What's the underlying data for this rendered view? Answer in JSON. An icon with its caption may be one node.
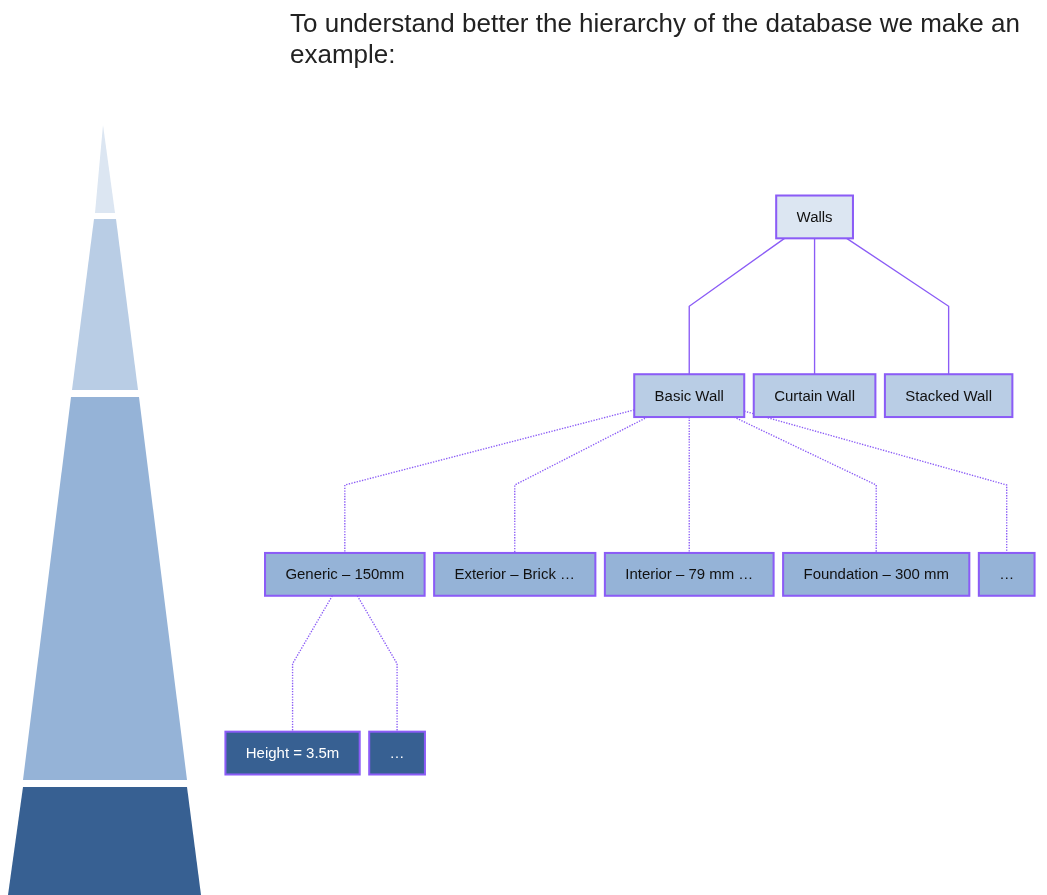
{
  "diagram": {
    "nodes": [
      {
        "text": [
          "Walls"
        ]
      },
      {
        "text": [
          "Basic Wall"
        ]
      },
      {
        "text": [
          "Curtain Wall"
        ]
      },
      {
        "text": [
          "Stacked Wall"
        ]
      },
      {
        "text": [
          "Generic – 150mm"
        ]
      },
      {
        "text": [
          "Exterior – Brick …"
        ]
      },
      {
        "text": [
          "Interior – 79 mm …"
        ]
      },
      {
        "text": [
          "Foundation – 300 mm"
        ]
      },
      {
        "text": [
          "…"
        ]
      },
      {
        "text": [
          "Height = 3.5m"
        ]
      },
      {
        "text": [
          "…"
        ]
      }
    ],
    "edges": [
      {
        "from": 0,
        "to": 1,
        "arrow": "none"
      },
      {
        "from": 0,
        "to": 2,
        "arrow": "none"
      },
      {
        "from": 0,
        "to": 3,
        "arrow": "none"
      },
      {
        "from": 1,
        "to": 4,
        "arrow": "none",
        "style": "dashed"
      },
      {
        "from": 1,
        "to": 5,
        "arrow": "none",
        "style": "dashed"
      },
      {
        "from": 1,
        "to": 6,
        "arrow": "none",
        "style": "dashed"
      },
      {
        "from": 1,
        "to": 7,
        "arrow": "none",
        "style": "dashed"
      },
      {
        "from": 1,
        "to": 8,
        "arrow": "none",
        "style": "dashed"
      },
      {
        "from": 4,
        "to": 9,
        "arrow": "none",
        "style": "dashed"
      },
      {
        "from": 4,
        "to": 10,
        "arrow": "none",
        "style": "dashed"
      }
    ],
    "labels": [
      "To understand better the hierarchy of the database we make an example:"
    ]
  }
}
